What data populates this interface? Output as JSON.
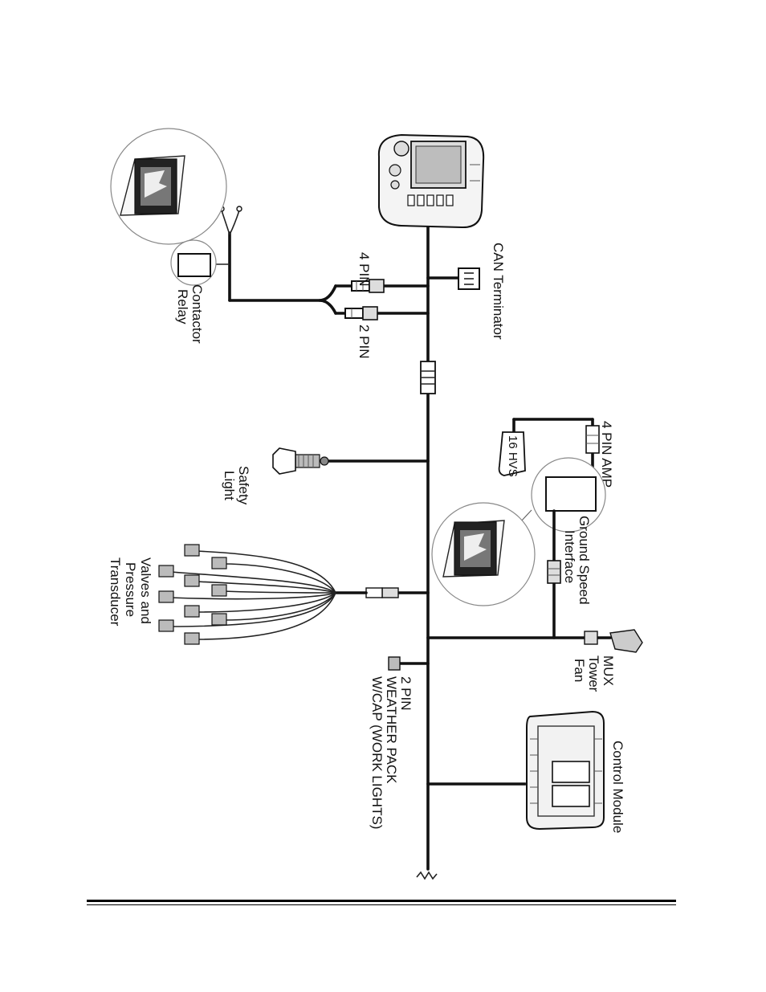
{
  "labels": {
    "can_terminator": "CAN Terminator",
    "four_pin": "4 PIN",
    "two_pin": "2 PIN",
    "contactor_line1": "Contactor",
    "contactor_line2": "Relay",
    "four_pin_amp": "4 PIN AMP",
    "sixteen_hvs": "16 HVS",
    "ground_speed_line1": "Ground Speed",
    "ground_speed_line2": "Interface",
    "safety_line1": "Safety",
    "safety_line2": "Light",
    "valves_line1": "Valves and",
    "valves_line2": "Pressure",
    "valves_line3": "Transducer",
    "mux_line1": "MUX",
    "mux_line2": "Tower",
    "mux_line3": "Fan",
    "weather_line1": "2 PIN",
    "weather_line2": "WEATHER PACK",
    "weather_line3": "W/CAP (WORK LIGHTS)",
    "control_module": "Control Module"
  }
}
